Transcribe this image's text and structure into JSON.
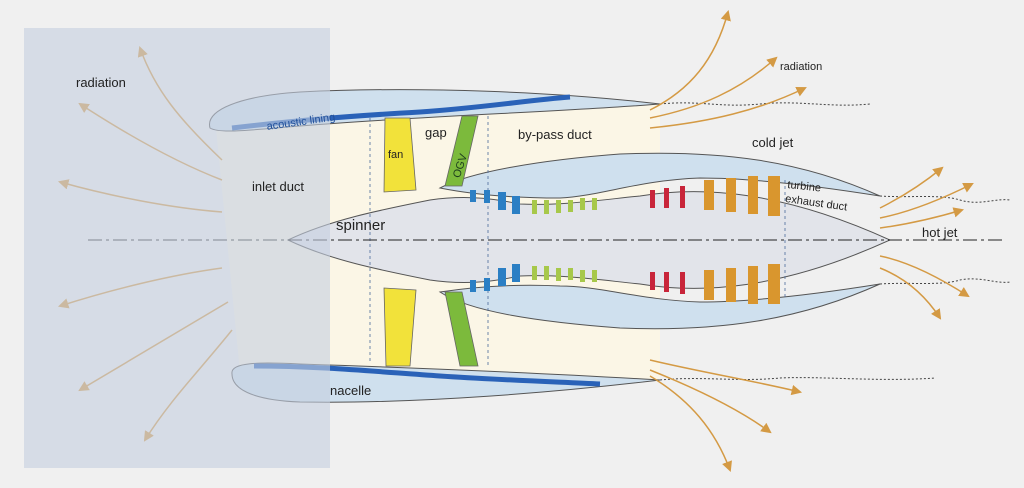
{
  "labels": {
    "radiation_left": "radiation",
    "radiation_right": "radiation",
    "acoustic_lining": "acoustic lining",
    "gap": "gap",
    "fan": "fan",
    "ogv": "OGV",
    "bypass_duct": "by-pass duct",
    "cold_jet": "cold jet",
    "inlet_duct": "inlet duct",
    "spinner": "spinner",
    "turbine": "turbine",
    "exhaust_duct": "exhaust duct",
    "hot_jet": "hot jet",
    "nacelle": "nacelle"
  },
  "colors": {
    "overlay": "#c5cfe0",
    "nacelle_fill": "#cfe0ee",
    "duct_fill": "#fbf6e6",
    "lining": "#2a62b8",
    "fan": "#f2e23a",
    "ogv": "#7cba3c",
    "arrow": "#d49a44",
    "compressor_blue": "#2b7fc4",
    "compressor_green": "#a7c84a",
    "combustor_red": "#c8253a",
    "turbine_orange": "#d9962e"
  }
}
